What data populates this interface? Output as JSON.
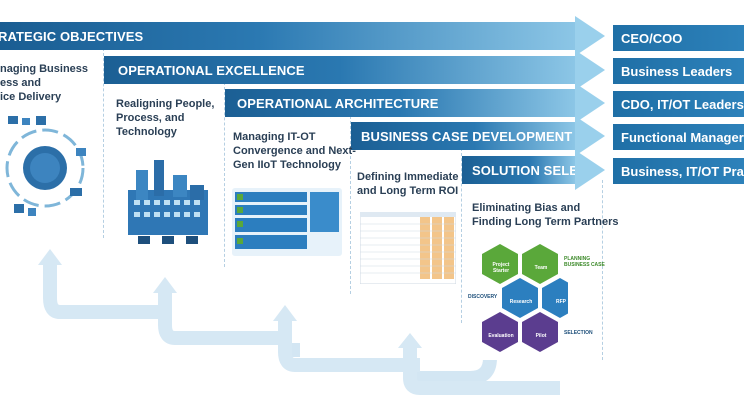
{
  "bands": [
    {
      "label": "RATEGIC OBJECTIVES"
    },
    {
      "label": "OPERATIONAL EXCELLENCE"
    },
    {
      "label": "OPERATIONAL ARCHITECTURE"
    },
    {
      "label": "BUSINESS CASE DEVELOPMENT"
    },
    {
      "label": "SOLUTION SELECTION"
    }
  ],
  "audiences": [
    {
      "label": "CEO/COO"
    },
    {
      "label": "Business Leaders"
    },
    {
      "label": "CDO, IT/OT Leaders"
    },
    {
      "label": "Functional Managers, S"
    },
    {
      "label": "Business, IT/OT Practiti"
    }
  ],
  "panels": [
    {
      "title": "naging Business\ness and\nice Delivery"
    },
    {
      "title": "Realigning People,\nProcess, and\nTechnology"
    },
    {
      "title": "Managing IT-OT\nConvergence and Next-\nGen IIoT Technology"
    },
    {
      "title": "Defining Immediate\nand Long Term ROI"
    },
    {
      "title": "Eliminating Bias and\nFinding Long Term Partners"
    }
  ],
  "hexagons": [
    {
      "label": "Project\nStarter"
    },
    {
      "label": "Team"
    },
    {
      "label": "Research"
    },
    {
      "label": "RFP"
    },
    {
      "label": "Evaluation"
    },
    {
      "label": "Pilot"
    }
  ],
  "hex_side_labels": {
    "planning": "PLANNING\nBUSINESS CASE",
    "discovery": "DISCOVERY",
    "selection": "SELECTION"
  },
  "colors": {
    "band_dark": "#1c5f93",
    "band_light": "#7cbde0",
    "tag": "#2474ad",
    "hex_green": "#5aa83a",
    "hex_blue": "#2c7fbf",
    "hex_purple": "#5b3d8f",
    "feedback_arrow": "#cfe4f2"
  }
}
